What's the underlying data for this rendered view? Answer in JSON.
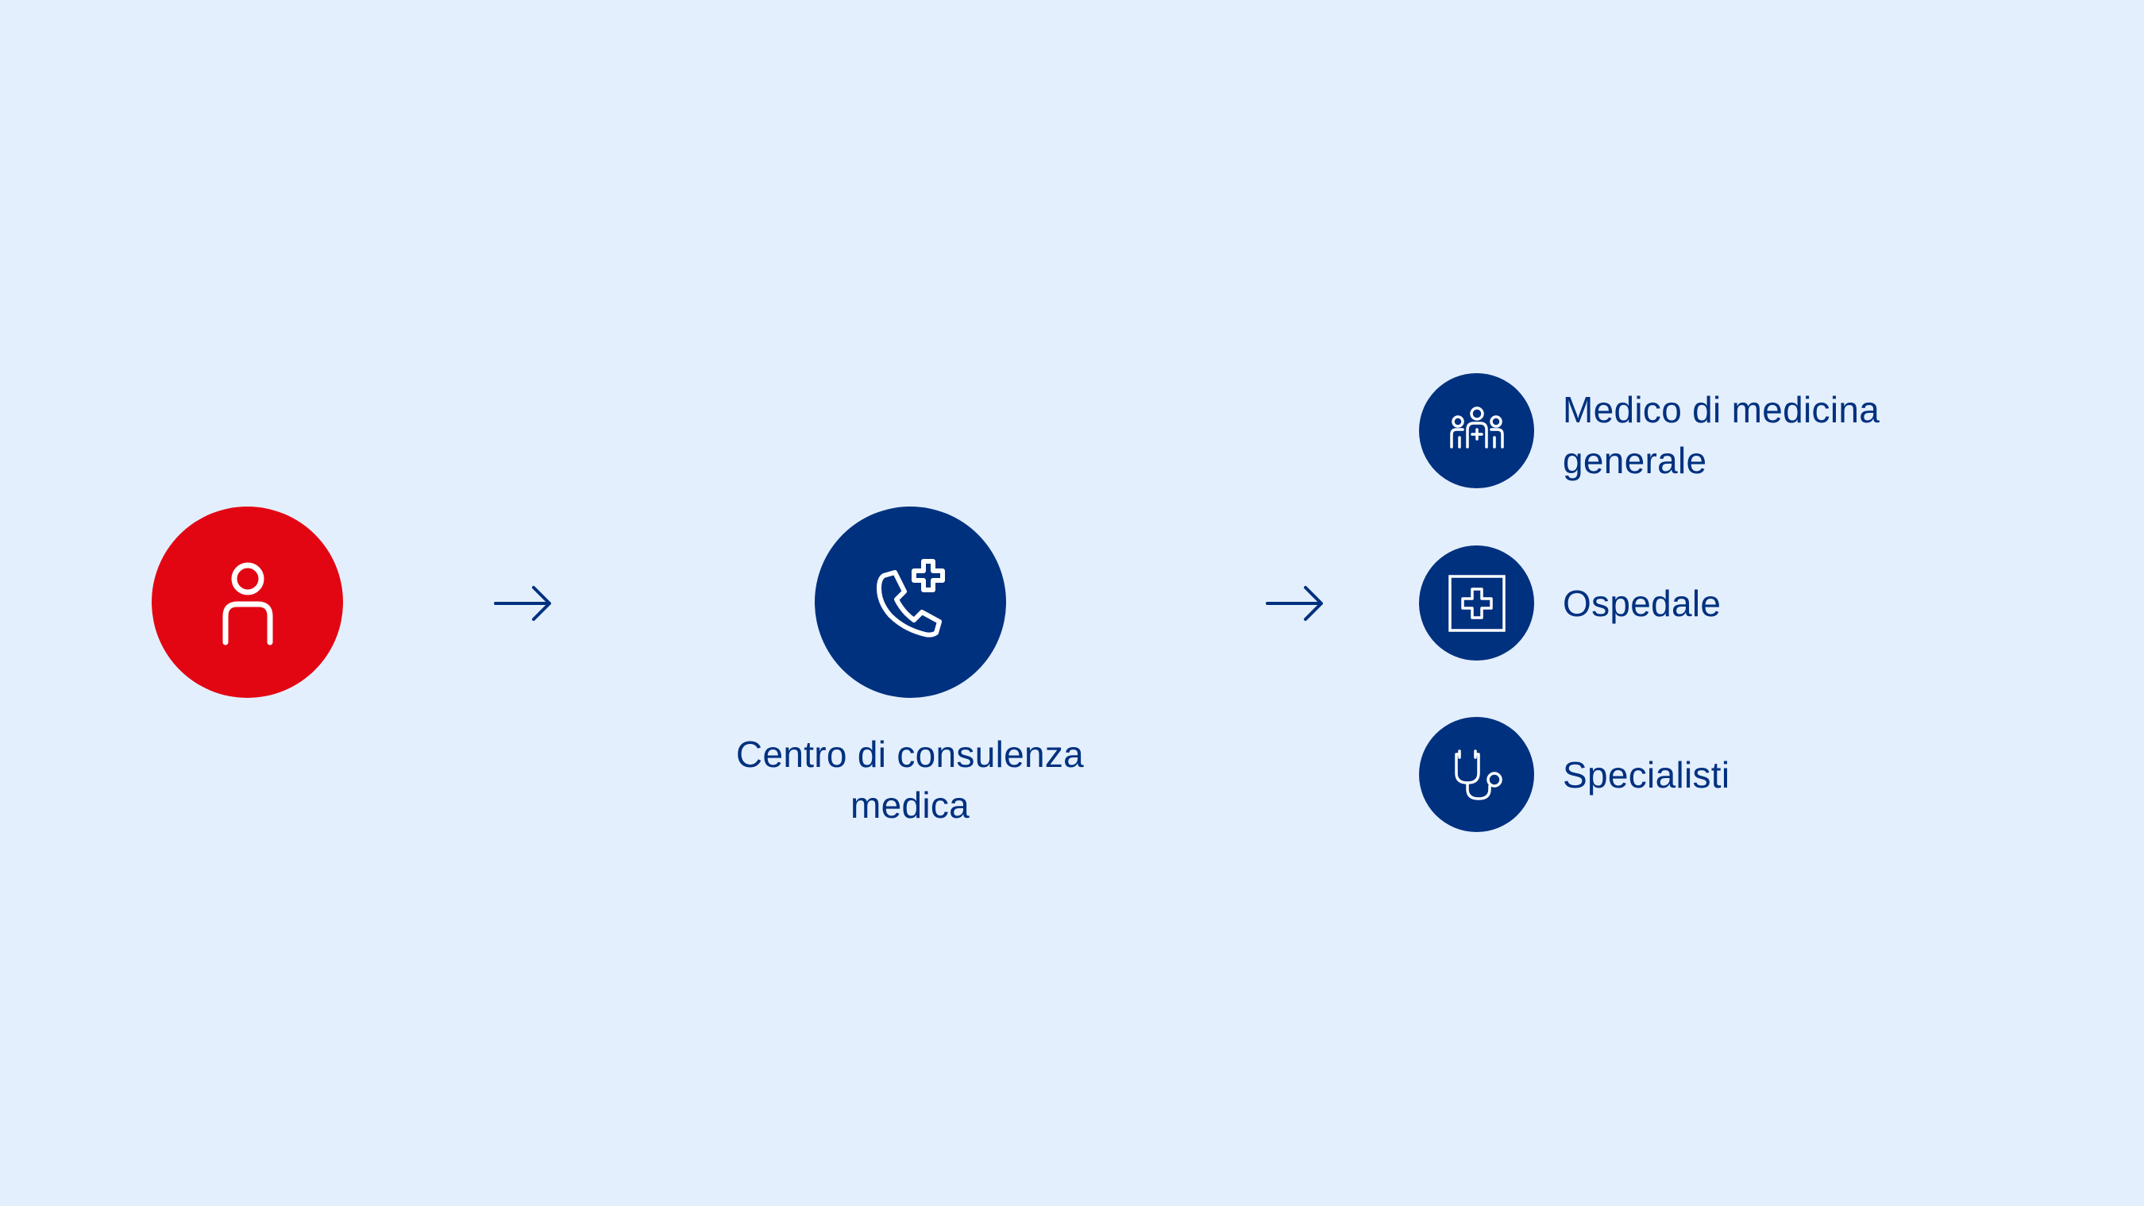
{
  "colors": {
    "background": "#E4EFFD",
    "patient_red": "#E20613",
    "navy": "#00317F",
    "icon_white": "#FFFFFF"
  },
  "patient": {
    "icon": "person-icon"
  },
  "flow_arrows": [
    {
      "icon": "arrow-right-icon"
    },
    {
      "icon": "arrow-right-icon"
    }
  ],
  "consultation_center": {
    "icon": "phone-medical-icon",
    "label_line1": "Centro di consulenza",
    "label_line2": "medica"
  },
  "destinations": [
    {
      "icon": "medical-team-icon",
      "label_line1": "Medico di medicina",
      "label_line2": "generale"
    },
    {
      "icon": "hospital-cross-icon",
      "label_line1": "Ospedale"
    },
    {
      "icon": "stethoscope-icon",
      "label_line1": "Specialisti"
    }
  ]
}
